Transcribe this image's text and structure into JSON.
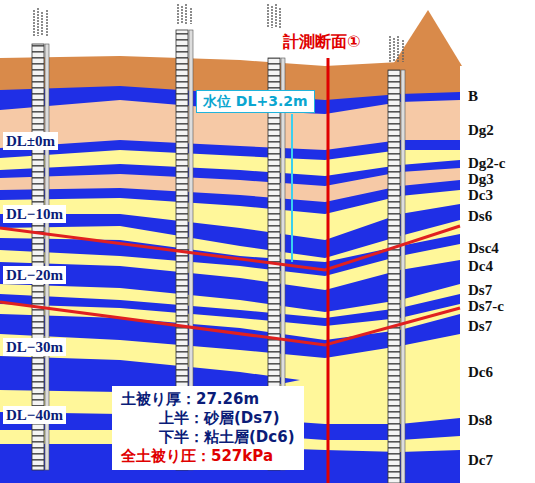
{
  "diagram": {
    "nodes": [
      {
        "text": [
          "水位 DL+3.2m"
        ]
      },
      {
        "text": [
          "土被り厚：27.26m",
          "上半：砂層(Ds7)",
          "下半：粘土層(Dc6)",
          "全土被り圧：527kPa"
        ]
      }
    ],
    "labels": [
      "計測断面①",
      "DL±0m",
      "DL−10m",
      "DL−20m",
      "DL−30m",
      "DL−40m",
      "B",
      "Dg2",
      "Dg2-c",
      "Dg3",
      "Dc3",
      "Ds6",
      "Dsc4",
      "Dc4",
      "Ds7",
      "Ds7-c",
      "Ds7",
      "Dc6",
      "Ds8",
      "Dc7"
    ]
  }
}
